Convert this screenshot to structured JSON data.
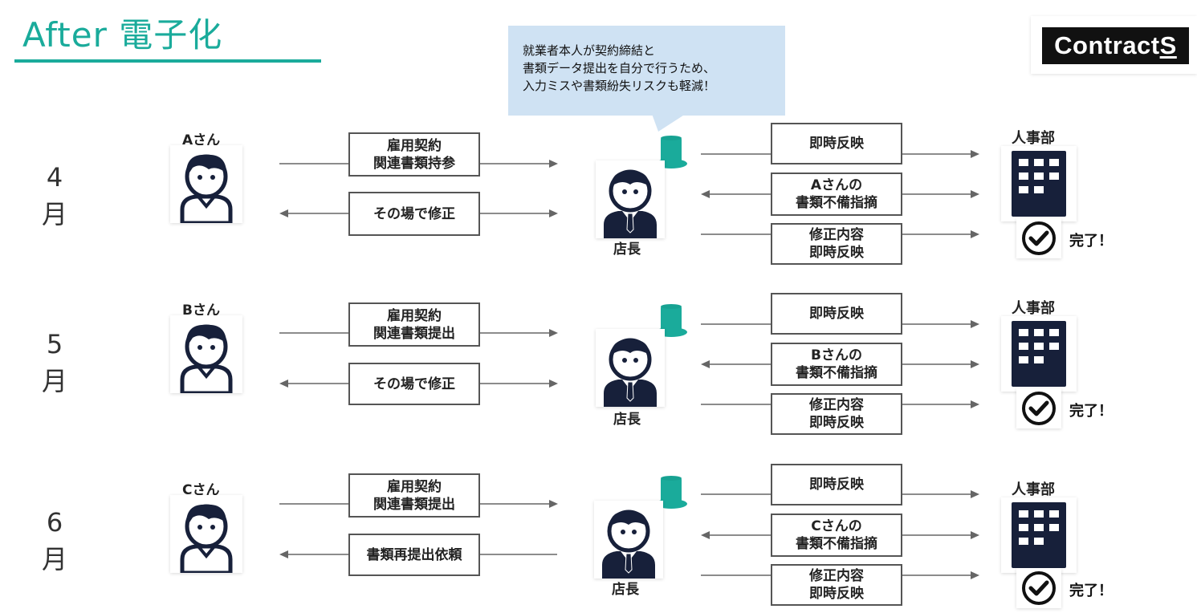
{
  "header": {
    "title": "After 電子化",
    "logo_main": "Contract",
    "logo_last": "S"
  },
  "callout": {
    "lines": [
      "就業者本人が契約締結と",
      "書類データ提出を自分で行うため、",
      "入力ミスや書類紛失リスクも軽減！"
    ]
  },
  "colors": {
    "accent": "#1aab9b",
    "navy": "#17203a",
    "callout_bg": "#cfe2f3",
    "hat": "#1aab9b"
  },
  "icons": {
    "employee": "employee-person-icon",
    "manager": "manager-with-hat-icon",
    "department": "building-icon",
    "done": "check-circle-icon"
  },
  "rows": [
    {
      "month_num": "4",
      "month_char": "月",
      "person": "Aさん",
      "left_box1": "雇用契約\n関連書類持参",
      "left_box2": "その場で修正",
      "manager": "店長",
      "right_box1": "即時反映",
      "right_box2": "Aさんの\n書類不備指摘",
      "right_box3": "修正内容\n即時反映",
      "dept": "人事部",
      "done": "完了！"
    },
    {
      "month_num": "5",
      "month_char": "月",
      "person": "Bさん",
      "left_box1": "雇用契約\n関連書類提出",
      "left_box2": "その場で修正",
      "manager": "店長",
      "right_box1": "即時反映",
      "right_box2": "Bさんの\n書類不備指摘",
      "right_box3": "修正内容\n即時反映",
      "dept": "人事部",
      "done": "完了！"
    },
    {
      "month_num": "6",
      "month_char": "月",
      "person": "Cさん",
      "left_box1": "雇用契約\n関連書類提出",
      "left_box2": "書類再提出依頼",
      "manager": "店長",
      "right_box1": "即時反映",
      "right_box2": "Cさんの\n書類不備指摘",
      "right_box3": "修正内容\n即時反映",
      "dept": "人事部",
      "done": "完了！"
    }
  ]
}
